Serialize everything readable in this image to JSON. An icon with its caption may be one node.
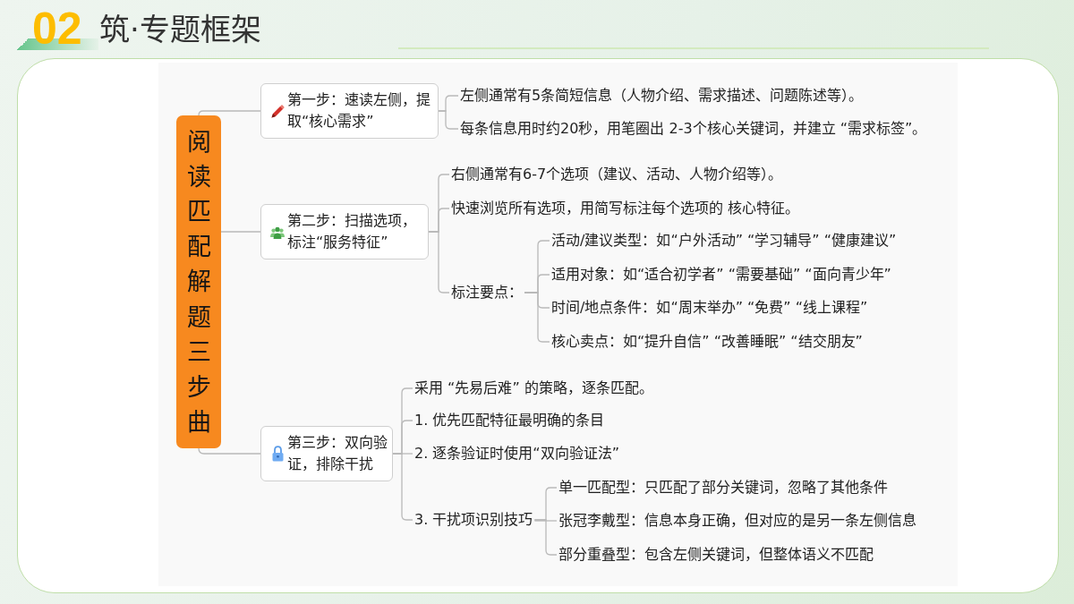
{
  "diagram": {
    "title": "筑·专题框架",
    "nodes": [
      {
        "text": [
          "阅读匹配解题三步曲"
        ]
      },
      {
        "text": [
          "第一步：速读左侧，提取“核心需求”"
        ]
      },
      {
        "text": [
          "左侧通常有5条简短信息（人物介绍、需求描述、问题陈述等）。"
        ]
      },
      {
        "text": [
          "每条信息用时约20秒，用笔圈出 2-3个核心关键词，并建立 “需求标签”。"
        ]
      },
      {
        "text": [
          "第二步：扫描选项，标注“服务特征”"
        ]
      },
      {
        "text": [
          "右侧通常有6-7个选项（建议、活动、人物介绍等）。"
        ]
      },
      {
        "text": [
          "快速浏览所有选项，用简写标注每个选项的 核心特征。"
        ]
      },
      {
        "text": [
          "标注要点："
        ]
      },
      {
        "text": [
          "活动/建议类型：如“户外活动” “学习辅导” “健康建议”"
        ]
      },
      {
        "text": [
          "适用对象：如“适合初学者” “需要基础” “面向青少年”"
        ]
      },
      {
        "text": [
          "时间/地点条件：如“周末举办” “免费” “线上课程”"
        ]
      },
      {
        "text": [
          "核心卖点：如“提升自信” “改善睡眠” “结交朋友”"
        ]
      },
      {
        "text": [
          "第三步：双向验证，排除干扰"
        ]
      },
      {
        "text": [
          "采用 “先易后难” 的策略，逐条匹配。"
        ]
      },
      {
        "text": [
          "1. 优先匹配特征最明确的条目"
        ]
      },
      {
        "text": [
          "2. 逐条验证时使用“双向验证法”"
        ]
      },
      {
        "text": [
          "3. 干扰项识别技巧"
        ]
      },
      {
        "text": [
          "单一匹配型：只匹配了部分关键词，忽略了其他条件"
        ]
      },
      {
        "text": [
          "张冠李戴型：信息本身正确，但对应的是另一条左侧信息"
        ]
      },
      {
        "text": [
          "部分重叠型：包含左侧关键词，但整体语义不匹配"
        ]
      }
    ],
    "edges": [
      {
        "from": 0,
        "to": 1,
        "arrow": "none"
      },
      {
        "from": 1,
        "to": 2,
        "arrow": "none"
      },
      {
        "from": 1,
        "to": 3,
        "arrow": "none"
      },
      {
        "from": 0,
        "to": 4,
        "arrow": "none"
      },
      {
        "from": 4,
        "to": 5,
        "arrow": "none"
      },
      {
        "from": 4,
        "to": 6,
        "arrow": "none"
      },
      {
        "from": 4,
        "to": 7,
        "arrow": "none"
      },
      {
        "from": 7,
        "to": 8,
        "arrow": "none"
      },
      {
        "from": 7,
        "to": 9,
        "arrow": "none"
      },
      {
        "from": 7,
        "to": 10,
        "arrow": "none"
      },
      {
        "from": 7,
        "to": 11,
        "arrow": "none"
      },
      {
        "from": 0,
        "to": 12,
        "arrow": "none"
      },
      {
        "from": 12,
        "to": 13,
        "arrow": "none"
      },
      {
        "from": 12,
        "to": 14,
        "arrow": "none"
      },
      {
        "from": 12,
        "to": 15,
        "arrow": "none"
      },
      {
        "from": 12,
        "to": 16,
        "arrow": "none"
      },
      {
        "from": 16,
        "to": 17,
        "arrow": "none"
      },
      {
        "from": 16,
        "to": 18,
        "arrow": "none"
      },
      {
        "from": 16,
        "to": 19,
        "arrow": "none"
      }
    ],
    "labels": [
      "02"
    ]
  }
}
